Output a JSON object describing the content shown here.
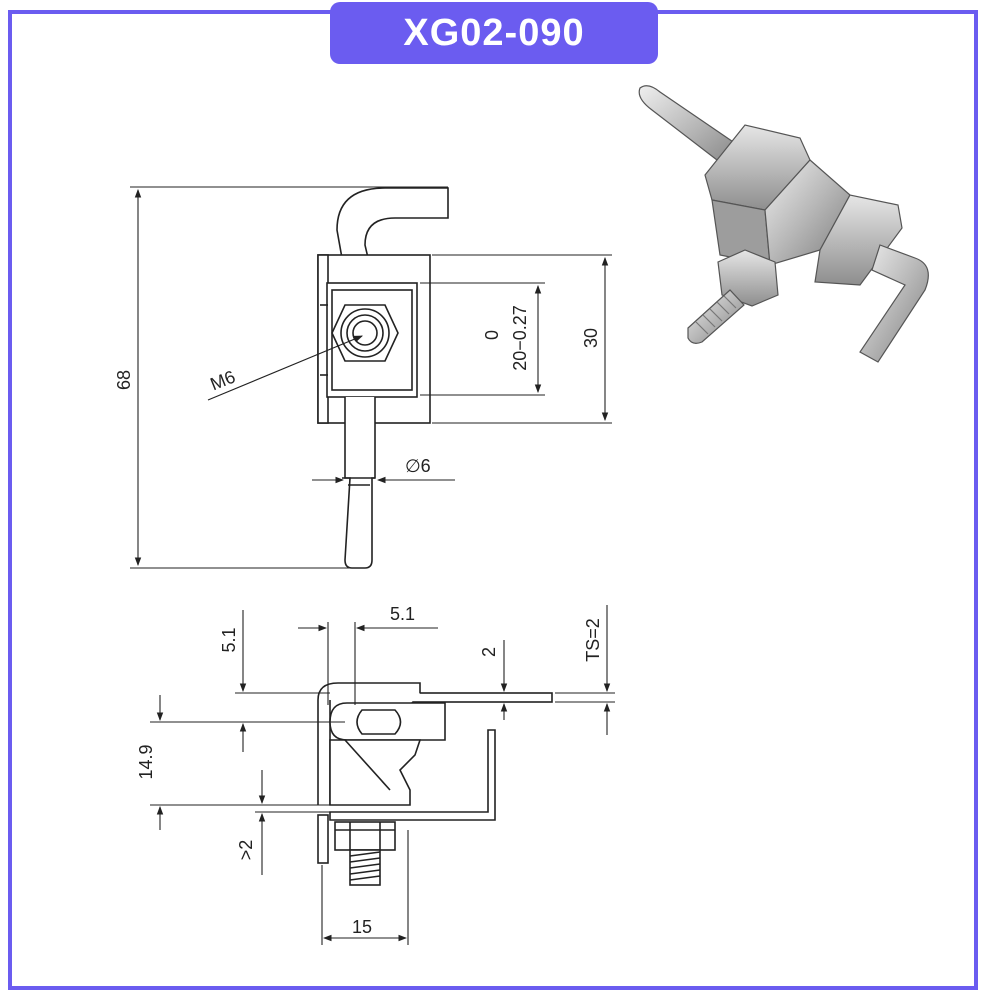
{
  "title": "XG02-090",
  "colors": {
    "frame": "#6b5cf0",
    "line": "#222222",
    "metal": "#c9c9c9"
  },
  "front_view": {
    "dim_height_total": "68",
    "dim_thread": "M6",
    "dim_slot_top": "0",
    "dim_slot_range": "20−0.27",
    "dim_body_height": "30",
    "dim_pin_diameter": "∅6"
  },
  "side_view": {
    "dim_pin_offset_h": "5.1",
    "dim_pin_offset_v": "5.1",
    "dim_plate_thickness": "2",
    "dim_ts": "TS=2",
    "dim_height": "14.9",
    "dim_min_gap": ">2",
    "dim_width": "15"
  }
}
